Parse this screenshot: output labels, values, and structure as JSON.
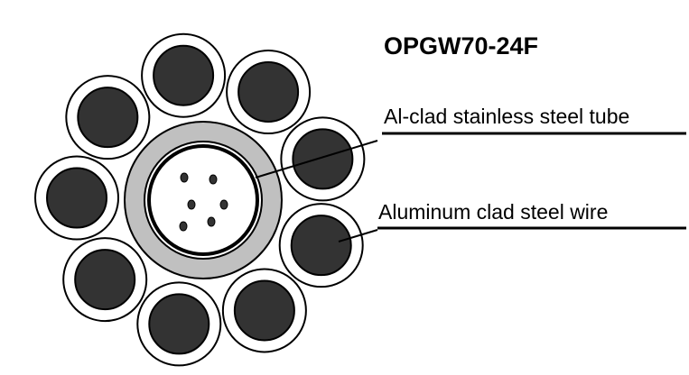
{
  "title": "OPGW70-24F",
  "labels": {
    "tube": "Al-clad stainless steel tube",
    "wire": "Aluminum clad steel wire"
  },
  "structure": {
    "outer_wire_count": 9,
    "fiber_count_shown": 6
  },
  "colors": {
    "wire_core": "#333333",
    "tube_cladding": "#c0c0c0",
    "stroke": "#000000"
  }
}
